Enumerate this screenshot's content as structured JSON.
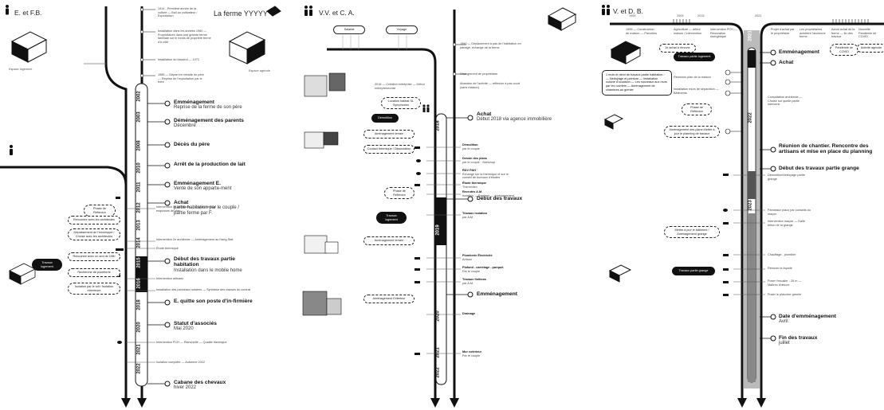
{
  "panel1": {
    "header": "E. et F.B.",
    "farm_label": "La ferme YYYYY",
    "side_notes": [
      "Espace logement",
      "Espace agricole"
    ],
    "top_notes": [
      "1914 - Première année de la culture — Bail au cultivateur / Exploitation",
      "Installation dans les années 1960 — Propriétaires dans une grande ferme familiale sur le fonds de propriété ferme d'à côté",
      "Installation du bisaïeul — 1972",
      "1985 — Départ en retraite du père — Reprise de l'exploitation par le frère"
    ],
    "years": [
      "2002",
      "2003",
      "2008",
      "2010",
      "2011",
      "2012",
      "2013",
      "2014",
      "2015",
      "2016",
      "2018",
      "2020",
      "2021",
      "2022"
    ],
    "events": [
      {
        "title": "Emménagement",
        "sub": "Reprise de la ferme de son père"
      },
      {
        "title": "Déménagement des parents",
        "sub": "Décembre"
      },
      {
        "title": "Décès du père",
        "sub": ""
      },
      {
        "title": "Arrêt de la production de lait",
        "sub": ""
      },
      {
        "title": "Emménagement E.",
        "sub": "Vente de son apparte-ment"
      },
      {
        "title": "Achat",
        "sub": "partie habitation par le couple / partie ferme par F."
      },
      {
        "title": "Début des travaux partie habitation",
        "sub": "Installation dans le mobile home"
      },
      {
        "title": "E. quitte son poste d'in-firmière",
        "sub": ""
      },
      {
        "title": "Statut d'associés",
        "sub": "Mai 2020"
      },
      {
        "title": "Cabane des chevaux",
        "sub": "hiver 2022"
      }
    ],
    "small_events": [
      "Intervention 1e architecte — Dessin/création esquisses de plan",
      "Intervention 2e architecte — Aménagement au Hang-Stat",
      "Étude thermique",
      "Intervention artisans",
      "Installation des panneaux solaires — Synthèse des clauses du contrat",
      "Intervention PCH — Étanchéité — Qualité thermique",
      "Isolation complète — Automne 2022"
    ],
    "bubbles": [
      "Phase de Réflexion",
      "Rencontre avec les architectes",
      "Dépassement de l'enveloppe / Choisir avec les architectes",
      "Rencontre avec un ami de l'ABI",
      "Recherche de plomberie",
      "Travaux logement",
      "Isolation par le toit / Isolation exterieure"
    ]
  },
  "panel2": {
    "header": "V.V. et C. A.",
    "top_boxes": [
      "Salariat",
      "Voyage"
    ],
    "top_notes": [
      "1990 — Déplacement à pas de l'habitation en partage, échange de la ferme",
      "Changement de propriétaire",
      "2016 — Création entreprise — Début entrepreneuriat",
      "Abandon de l'activité — réflexion à pas court (sans maison)"
    ],
    "years": [
      "2018",
      "2019",
      "2020",
      "2021",
      "2022"
    ],
    "events": [
      {
        "title": "Achat",
        "sub": "Début 2018 via agence immobilière"
      },
      {
        "title": "Début des travaux",
        "sub": ""
      },
      {
        "title": "Emménagement",
        "sub": ""
      }
    ],
    "small_events": [
      {
        "title": "Démolition",
        "sub": "par le couple"
      },
      {
        "title": "Dessin des plans",
        "sub": "par le couple · Sketchup"
      },
      {
        "title": "RDV PAH",
        "sub": "Échange sur la thermique et sur le conseil de bureaux d'études"
      },
      {
        "title": "Étude thermique",
        "sub": "Thermicien"
      },
      {
        "title": "Recrutés A.M.",
        "sub": "Isolation — Bardage — Aménagement"
      },
      {
        "title": "Travaux isolation",
        "sub": "par A.M."
      },
      {
        "title": "Plomberie Électricité",
        "sub": "Artisan"
      },
      {
        "title": "Plafond - carrelage - parquet",
        "sub": "Par le couple"
      },
      {
        "title": "Travaux finitions",
        "sub": "par A.M."
      },
      {
        "title": "Drainage",
        "sub": ""
      },
      {
        "title": "Mur extérieur",
        "sub": "Par le couple"
      }
    ],
    "bubbles": [
      "Location habitat St-Symphorien",
      "Démolition",
      "Aménagement terrain",
      "Contact thermique / Dissociation",
      "Phase de Réflexion",
      "Travaux logement",
      "Aménagement Extérieur"
    ]
  },
  "panel3": {
    "header": "V. et D. B.",
    "top_years": [
      "1995",
      "2009",
      "2015",
      "2021"
    ],
    "top_notes": [
      "1995 — Construction de maison — Parcelles",
      "Agriculture — début maison / Intervention",
      "Intervention PCH — Rénovation énergétique",
      "Projet d'achat par le propriétaire",
      "Les propriétaires achètent l'ancienne ferme",
      "Achat achat de la ferme — fin des travaux",
      "Nouvelle Pandémie de COVID"
    ],
    "top_pills": [
      "1e achat à rénover",
      "Pandémie de COVID",
      "Activité agricole"
    ],
    "years": [
      "2021",
      "2022",
      "2023"
    ],
    "events": [
      {
        "title": "Emménagement",
        "sub": ""
      },
      {
        "title": "Achat",
        "sub": ""
      },
      {
        "title": "Réunion de chantier. Rencontre des artisans et mise en place du planning",
        "sub": ""
      },
      {
        "title": "Début des travaux partie grange",
        "sub": ""
      },
      {
        "title": "Date d'emménagement",
        "sub": "Avril"
      },
      {
        "title": "Fin des travaux",
        "sub": "juillet"
      }
    ],
    "info_box": "1 mois et demi de travaux partie habitation : — Nettoyage et peinture — Installation cuisine d'occasion — Les nouveaux aux murs par les ouvriers — Aménagement de chambres au grenier",
    "small_events": [
      "Consultation architecte — Choisir sur quelle partie intervenir",
      "Démolition/Nettoyage partie grange",
      "Réunions plan de la maison",
      "Installation murs de séparation — Bâtiments",
      "Panneaux placo par conseils du maçon",
      "Intervention maçon — Dalle béton de la grange",
      "Chauffage - plombier",
      "Rénover la façade",
      "Poser l'escalier - 26 m — Maîtres d'œuvre",
      "Poser le plancher grenier"
    ],
    "bubbles": [
      "Travaux partie logement",
      "Phase de Réflexion",
      "Aménagement des plans Mettre à jour le planning de travaux",
      "Travaux partie grange",
      "Mettre à jour le bâtiment / Aménagement grange"
    ]
  }
}
